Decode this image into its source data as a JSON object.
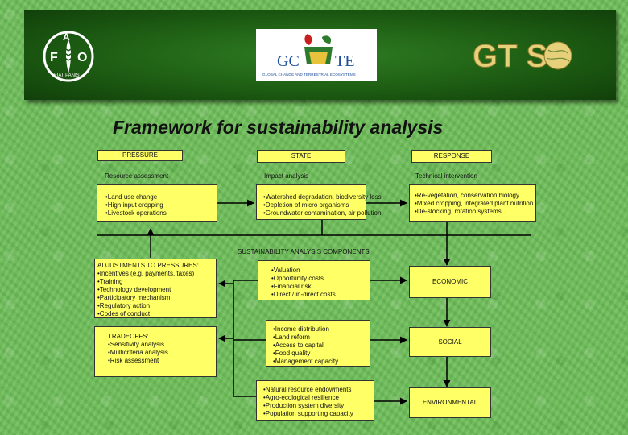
{
  "logos": {
    "fao_letters": [
      "F",
      "A",
      "O"
    ],
    "fao_motto": "FIAT PANIS",
    "gcte_letters_left": "GC",
    "gcte_letters_right": "TE",
    "gcte_tagline": "GLOBAL CHANGE AND TERRESTRIAL ECOSYSTEMS",
    "gtos_text": "GT S"
  },
  "title": "Framework for sustainability analysis",
  "headers": {
    "pressure": "PRESSURE",
    "state": "STATE",
    "response": "RESPONSE"
  },
  "subheaders": {
    "pressure": "Resource assessment",
    "state": "Impact analysis",
    "response": "Technical intervention"
  },
  "pressure_items": [
    "•Land use change",
    "•High input cropping",
    "•Livestock operations"
  ],
  "state_items": [
    "•Watershed degradation, biodiversity loss",
    "•Depletion of micro organisms",
    "•Groundwater contamination, air pollution"
  ],
  "response_items": [
    "•Re-vegetation, conservation biology",
    "•Mixed cropping, integrated plant nutrition",
    "•De-stocking, rotation systems"
  ],
  "components_label": "SUSTAINABILITY ANALYSIS COMPONENTS",
  "adjustments": {
    "heading": "ADJUSTMENTS TO PRESSURES:",
    "items": [
      "•Incentives (e.g. payments, taxes)",
      "•Training",
      "•Technology development",
      "•Participatory mechanism",
      "•Regulatory action",
      "•Codes of conduct"
    ]
  },
  "tradeoffs": {
    "heading": "TRADEOFFS:",
    "items": [
      "•Sensitivity analysis",
      "•Multicriteria analysis",
      "•Risk assessment"
    ]
  },
  "economic_items": [
    "•Valuation",
    "•Opportunity costs",
    "•Financial risk",
    "•Direct / in-direct costs"
  ],
  "social_items": [
    "•Income distribution",
    "•Land reform",
    "•Access to capital",
    "•Food quality",
    "•Management capacity"
  ],
  "environmental_items": [
    "•Natural resource endowments",
    "•Agro-ecological resilience",
    "•Production system diversity",
    "•Population supporting capacity"
  ],
  "components": {
    "economic": "ECONOMIC",
    "social": "SOCIAL",
    "environmental": "ENVIRONMENTAL"
  },
  "colors": {
    "box_fill": "#ffff66",
    "banner": "#1c5a12",
    "background": "#6fbe5a",
    "gtos_gold": "#e7d07a"
  }
}
